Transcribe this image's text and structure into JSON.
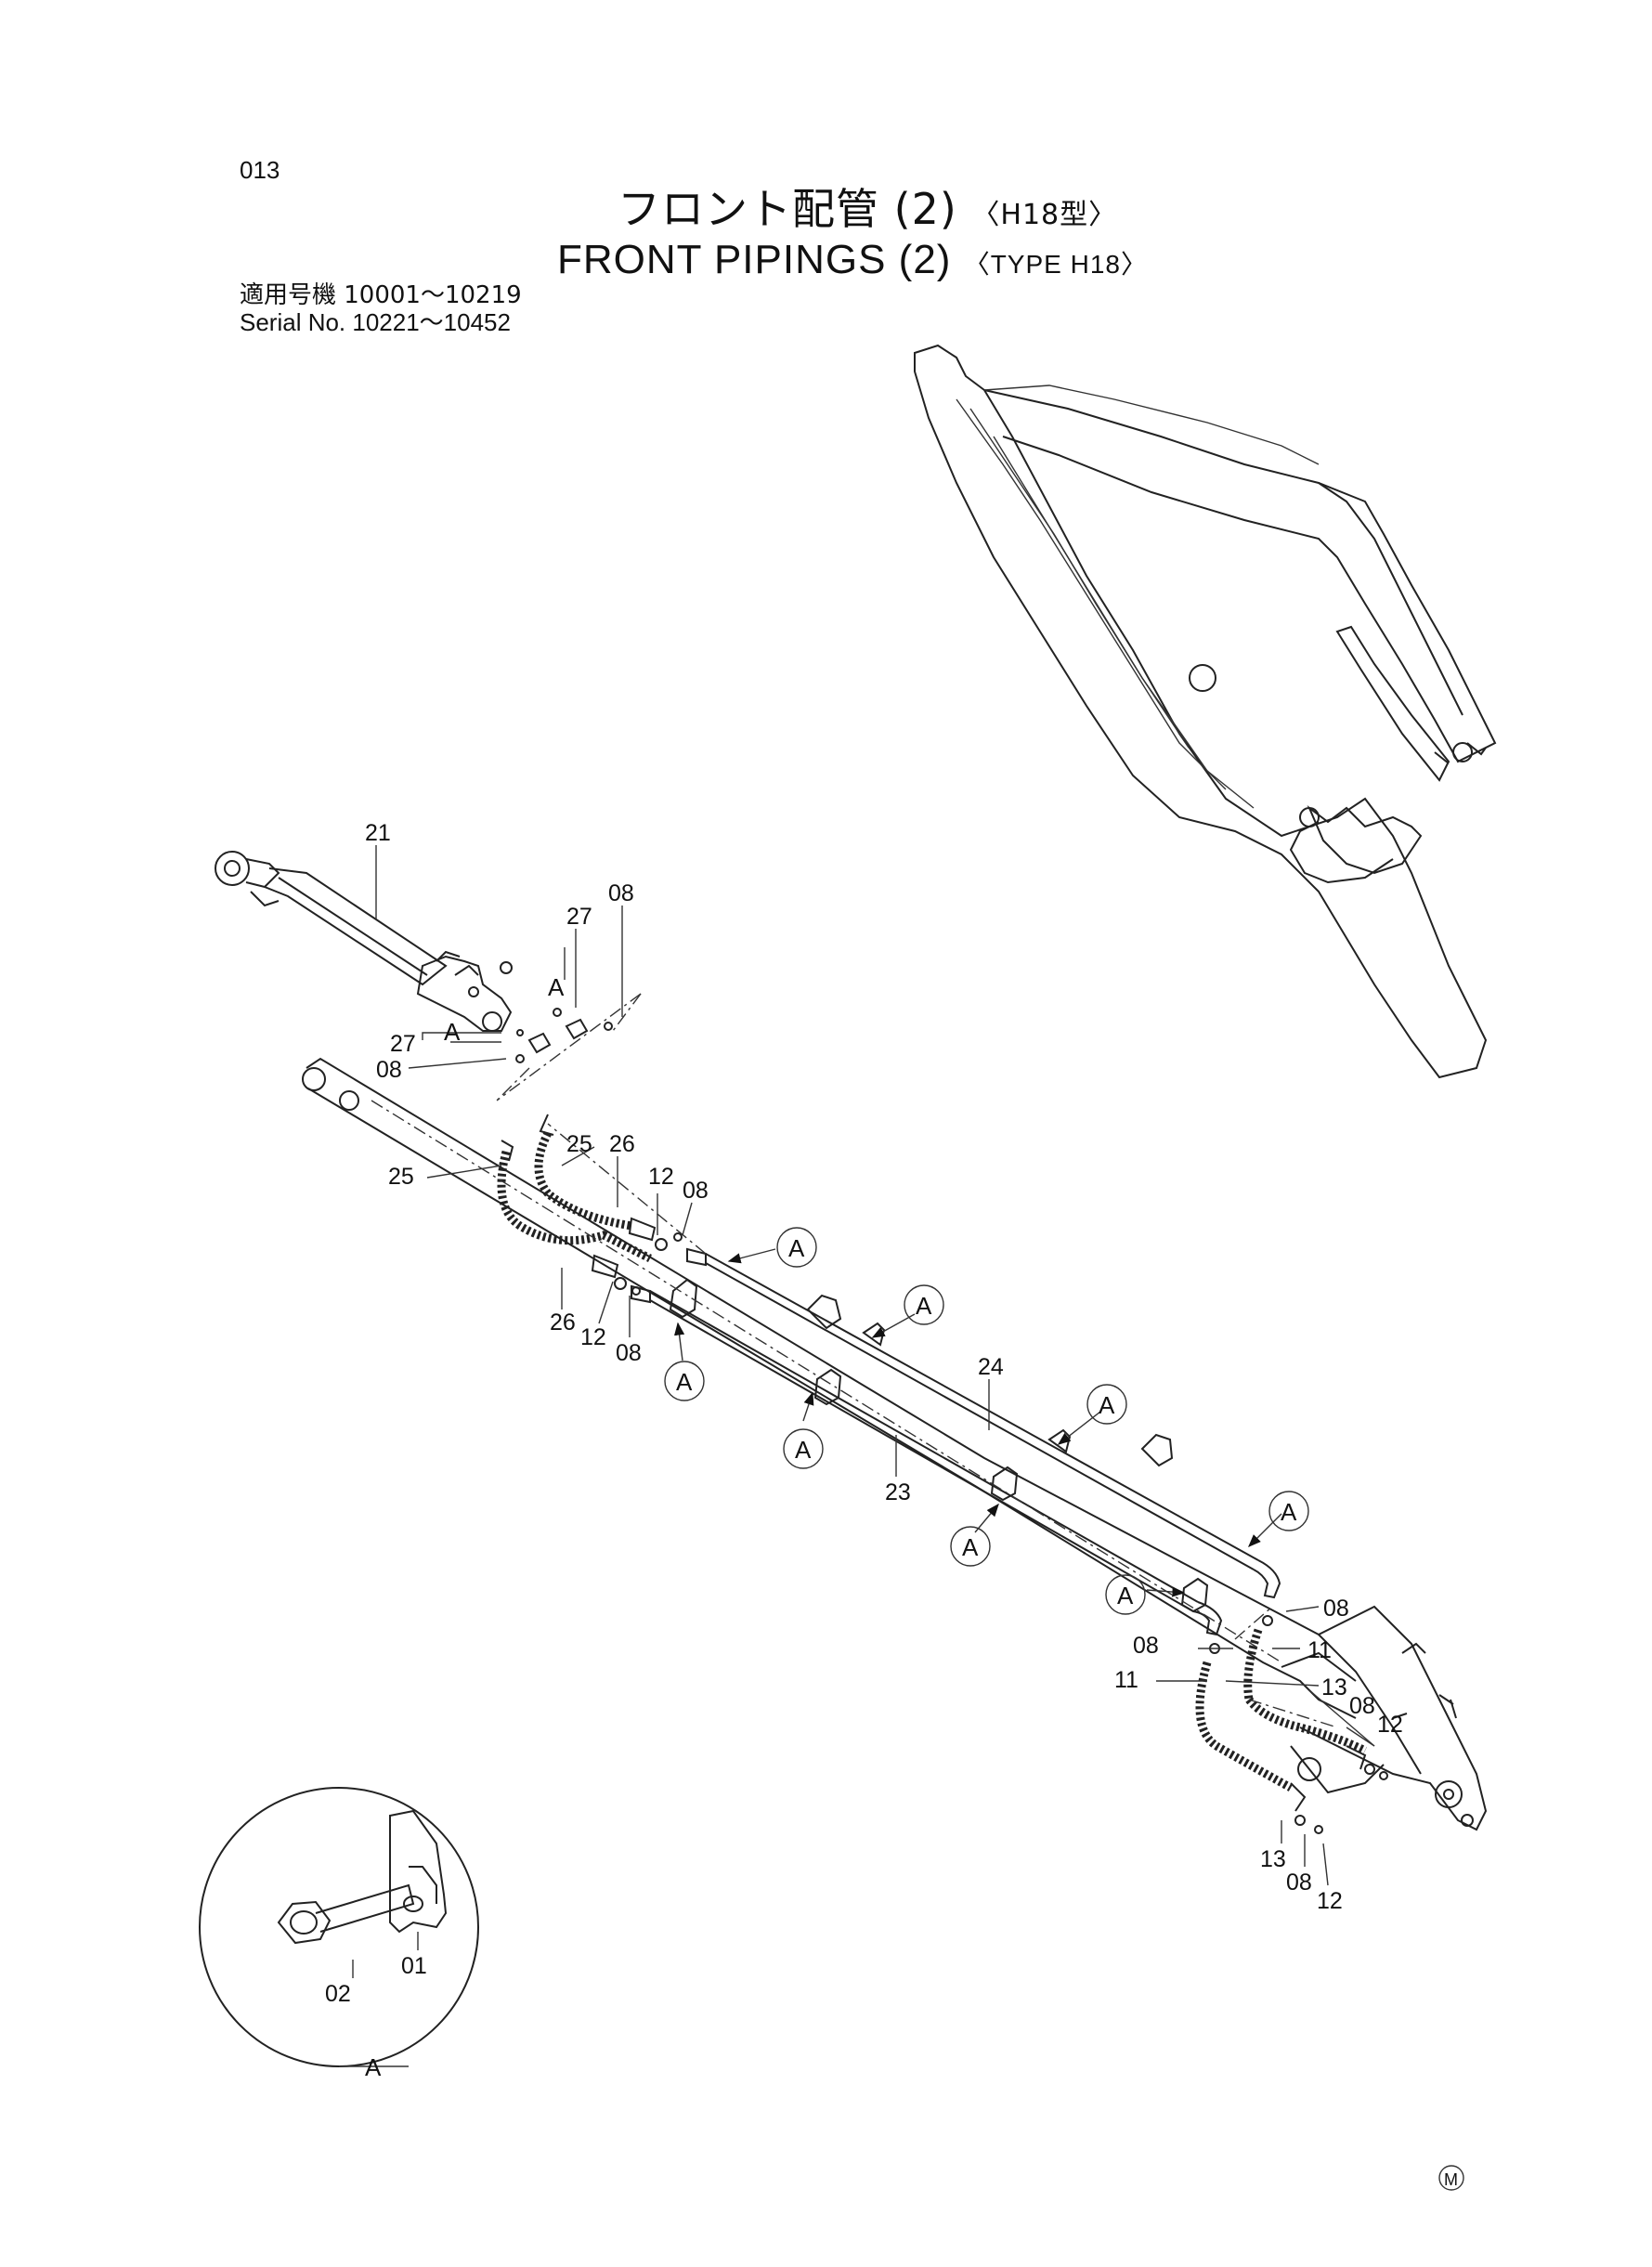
{
  "page": {
    "code": "013",
    "title_jp": "フロント配管 (2)",
    "title_jp_suffix": "〈H18型〉",
    "title_en": "FRONT  PIPINGS  (2)",
    "title_en_suffix": "〈TYPE  H18〉",
    "serial_jp": "適用号機 10001～10219",
    "serial_en": "Serial No. 10221～10452"
  },
  "callouts": {
    "c21": "21",
    "c27a": "27",
    "c08a": "08",
    "c27b": "27",
    "c08b": "08",
    "c25a": "25",
    "c26a": "26",
    "c25b": "25",
    "c12a": "12",
    "c08c": "08",
    "c26b": "26",
    "c12b": "12",
    "c08d": "08",
    "c24": "24",
    "c23": "23",
    "c08e": "08",
    "c08f": "08",
    "c11a": "11",
    "c11b": "11",
    "c13a": "13",
    "c08g": "08",
    "c12c": "12",
    "c13b": "13",
    "c08h": "08",
    "c12d": "12",
    "c01": "01",
    "c02": "02"
  },
  "refs": {
    "a_letter": "A",
    "detail_label": "A"
  },
  "mark": "M"
}
